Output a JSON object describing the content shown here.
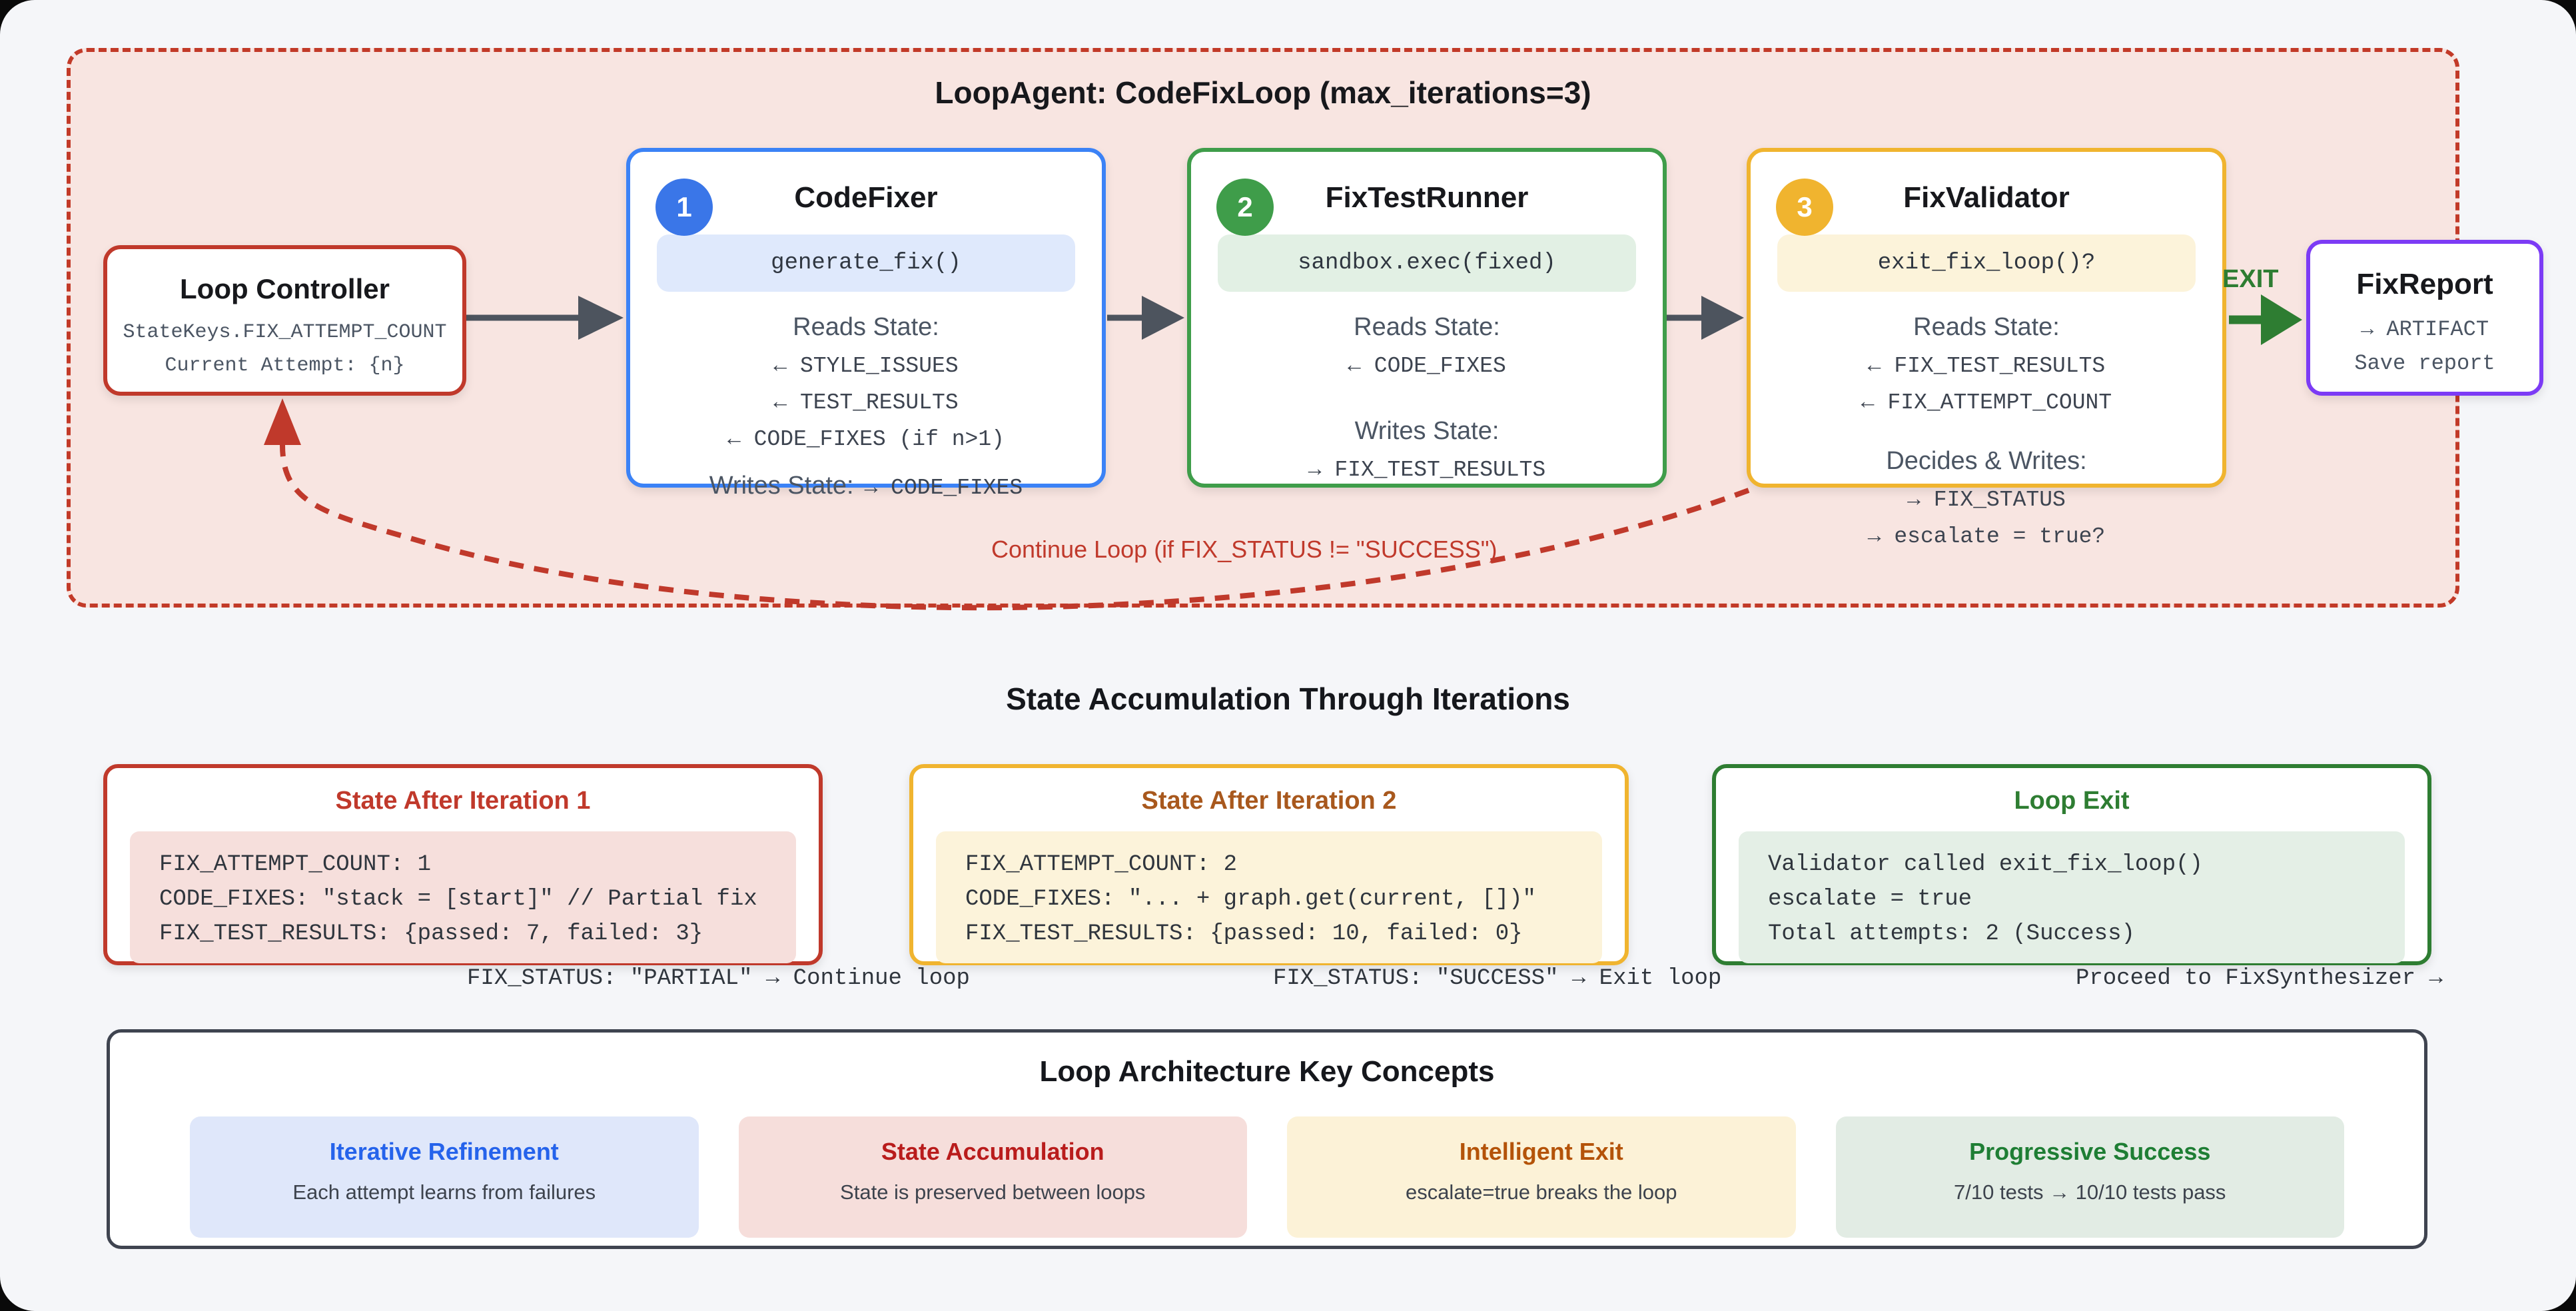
{
  "colors": {
    "page_bg": "#f5f6f9",
    "loop_bg": "#f8e5e1",
    "red": "#c0392b",
    "blue": "#3b82f6",
    "green": "#3f9d4a",
    "amber": "#f0b42f",
    "purple": "#7c3bf5",
    "exit_green": "#2e7d32",
    "arrow_gray": "#4d545e"
  },
  "loop": {
    "title": "LoopAgent: CodeFixLoop (max_iterations=3)",
    "controller": {
      "title": "Loop Controller",
      "lines": [
        "StateKeys.FIX_ATTEMPT_COUNT",
        "Current Attempt: {n}"
      ]
    },
    "agents": [
      {
        "number": "1",
        "name": "CodeFixer",
        "method": "generate_fix()",
        "reads_label": "Reads State:",
        "reads": [
          "← STYLE_ISSUES",
          "← TEST_RESULTS",
          "← CODE_FIXES (if n>1)"
        ],
        "writes_label": "Writes State:",
        "writes_inline": "→ CODE_FIXES"
      },
      {
        "number": "2",
        "name": "FixTestRunner",
        "method": "sandbox.exec(fixed)",
        "reads_label": "Reads State:",
        "reads": [
          "← CODE_FIXES"
        ],
        "writes_label": "Writes State:",
        "writes": [
          "→ FIX_TEST_RESULTS"
        ]
      },
      {
        "number": "3",
        "name": "FixValidator",
        "method": "exit_fix_loop()?",
        "reads_label": "Reads State:",
        "reads": [
          "← FIX_TEST_RESULTS",
          "← FIX_ATTEMPT_COUNT"
        ],
        "writes_label": "Decides & Writes:",
        "writes": [
          "→ FIX_STATUS",
          "→ escalate = true?"
        ]
      }
    ],
    "exit_label": "EXIT",
    "report": {
      "title": "FixReport",
      "lines": [
        "→ ARTIFACT",
        "Save report"
      ]
    },
    "continue_label": "Continue Loop (if FIX_STATUS != \"SUCCESS\")"
  },
  "states": {
    "heading": "State Accumulation Through Iterations",
    "cards": [
      {
        "title": "State After Iteration 1",
        "code": "FIX_ATTEMPT_COUNT: 1\nCODE_FIXES: \"stack = [start]\" // Partial fix\nFIX_TEST_RESULTS: {passed: 7, failed: 3}",
        "overflow": "FIX_STATUS: \"PARTIAL\" → Continue loop"
      },
      {
        "title": "State After Iteration 2",
        "code": "FIX_ATTEMPT_COUNT: 2\nCODE_FIXES: \"... + graph.get(current, [])\"\nFIX_TEST_RESULTS: {passed: 10, failed: 0}",
        "overflow": "FIX_STATUS: \"SUCCESS\" → Exit loop"
      },
      {
        "title": "Loop Exit",
        "code": "Validator called exit_fix_loop()\nescalate = true\nTotal attempts: 2 (Success)",
        "overflow": "Proceed to FixSynthesizer →"
      }
    ]
  },
  "concepts": {
    "title": "Loop Architecture Key Concepts",
    "items": [
      {
        "title": "Iterative Refinement",
        "desc": "Each attempt learns from failures"
      },
      {
        "title": "State Accumulation",
        "desc": "State is preserved between loops"
      },
      {
        "title": "Intelligent Exit",
        "desc": "escalate=true breaks the loop"
      },
      {
        "title": "Progressive Success",
        "desc": "7/10 tests → 10/10 tests pass"
      }
    ]
  }
}
